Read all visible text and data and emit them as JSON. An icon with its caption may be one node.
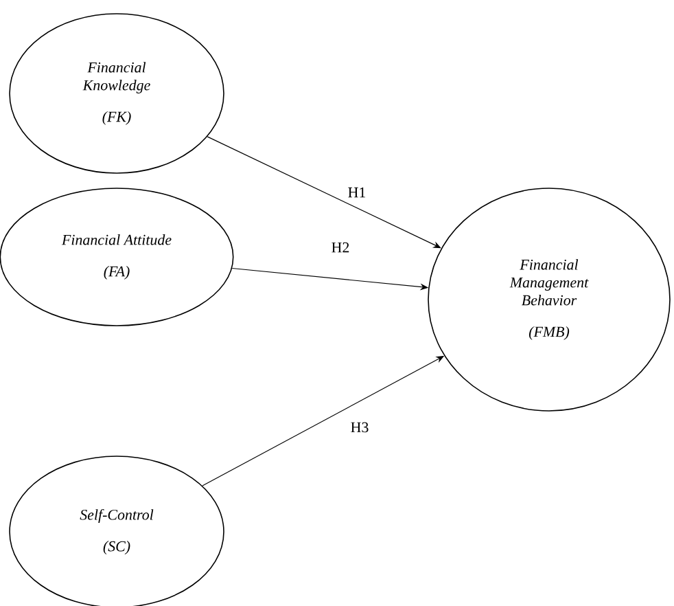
{
  "diagram": {
    "nodes": [
      {
        "text": [
          "Financial Knowledge",
          "(FK)"
        ]
      },
      {
        "text": [
          "Financial Attitude",
          "(FA)"
        ]
      },
      {
        "text": [
          "Self-Control",
          "(SC)"
        ]
      },
      {
        "text": [
          "Financial Management Behavior",
          "(FMB)"
        ]
      }
    ],
    "edges": [
      {
        "from": 0,
        "to": 3,
        "arrow": "to",
        "label": "H1"
      },
      {
        "from": 1,
        "to": 3,
        "arrow": "to",
        "label": "H2"
      },
      {
        "from": 2,
        "to": 3,
        "arrow": "to",
        "label": "H3"
      }
    ]
  }
}
